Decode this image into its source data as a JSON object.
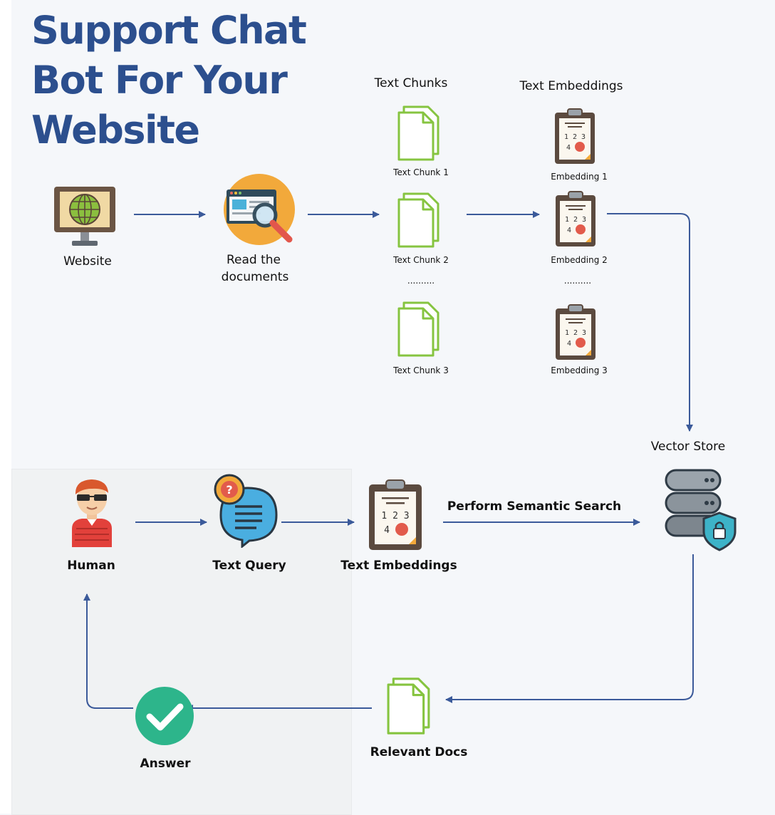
{
  "title": [
    "Support Chat",
    "Bot For Your",
    "Website"
  ],
  "top": {
    "website": "Website",
    "read_docs": [
      "Read the",
      "documents"
    ],
    "chunks_header": "Text Chunks",
    "embeddings_header": "Text Embeddings",
    "chunks": [
      "Text Chunk 1",
      "Text Chunk 2",
      "Text Chunk 3"
    ],
    "embeddings": [
      "Embedding 1",
      "Embedding 2",
      "Embedding 3"
    ],
    "ellipsis": ".........."
  },
  "vector_store": "Vector Store",
  "bottom": {
    "human": "Human",
    "text_query": "Text Query",
    "text_embeddings": "Text Embeddings",
    "perform_search": "Perform Semantic Search",
    "relevant_docs": "Relevant Docs",
    "answer": "Answer"
  },
  "clipboard_numbers": [
    "1 2 3",
    "4"
  ],
  "colors": {
    "title": "#2c4f8e",
    "arrow": "#3b5a9a",
    "doc_green": "#86c440",
    "check_teal": "#2db58b"
  },
  "icons": [
    "monitor-globe-icon",
    "magnifier-document-icon",
    "document-icon",
    "clipboard-icon",
    "person-icon",
    "chat-question-icon",
    "database-shield-icon",
    "checkmark-icon"
  ]
}
